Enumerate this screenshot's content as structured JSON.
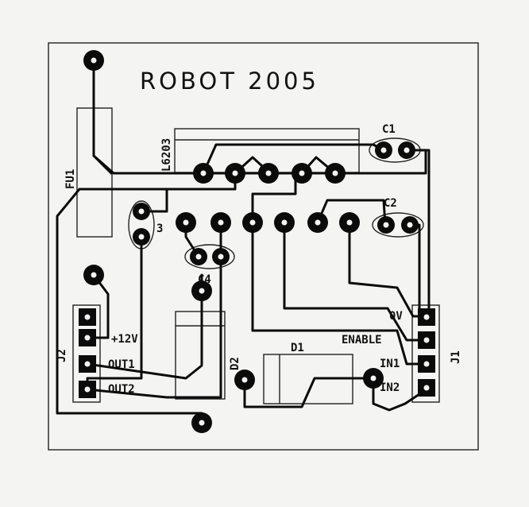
{
  "board": {
    "title": "ROBOT 2005",
    "labels": {
      "fu1": "FU1",
      "l6203": "L6203",
      "c1": "C1",
      "c2": "C2",
      "c3": "3",
      "c4": "C4",
      "d1": "D1",
      "d2": "D2",
      "j1": "J1",
      "j2": "J2",
      "j1_pins": [
        "0V",
        "ENABLE",
        "IN1",
        "IN2"
      ],
      "j2_pins": [
        "+12V",
        "OUT1",
        "OUT2"
      ]
    },
    "colors": {
      "paper": "#f4f4f2",
      "copper": "#0b0b0b"
    }
  }
}
